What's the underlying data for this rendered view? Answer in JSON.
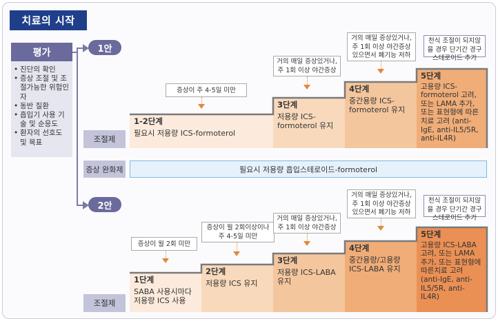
{
  "title": "치료의 시작",
  "evaluation": {
    "header": "평가",
    "items": [
      "진단의 확인",
      "증상 조절 및 조절가능한 위험인자",
      "동반 질환",
      "흡입기 사용 기술 및 순응도",
      "환자의 선호도 및 목표"
    ]
  },
  "reliever_label": "증상 완화제",
  "reliever_text": "필요시 저용량 흡입스테로이드-formoterol",
  "controller_label": "조절제",
  "option1": {
    "tag": "1안",
    "steps": [
      {
        "head": "1-2단계",
        "body": "필요시 저용량 ICS-formoterol"
      },
      {
        "head": "3단계",
        "body": "저용량 ICS-formoterol 유지"
      },
      {
        "head": "4단계",
        "body": "중간용량 ICS-formoterol 유지"
      },
      {
        "head": "5단계",
        "body": "고용량 ICS-formoterol 고려, 또는 LAMA 추가, 또는 표현형에 따른치료 고려 (anti-IgE, anti-IL5/5R, anti-IL4R)"
      }
    ],
    "notes": [
      "증상이 주 4-5일 미만",
      "거의 매일 증상있거나, 주 1회 이상 야간증상",
      "거의 매일 증상있거나, 주 1회 이상 야간증상 있으면서 폐기능 저하",
      "천식 조절이 되지않을 경우 단기간 경구스테로이드 추가"
    ]
  },
  "option2": {
    "tag": "2안",
    "steps": [
      {
        "head": "1단계",
        "body": "SABA 사용시마다 저용량 ICS 사용"
      },
      {
        "head": "2단계",
        "body": "저용량 ICS 유지"
      },
      {
        "head": "3단계",
        "body": "저용량 ICS-LABA 유지"
      },
      {
        "head": "4단계",
        "body": "중간용량/고용량 ICS-LABA 유지"
      },
      {
        "head": "5단계",
        "body": "고용량 ICS-LABA 고려, 또는 LAMA 추가, 또는 표현형에 따른치료 고려 (anti-IgE, anti-IL5/5R, anti-IL4R)"
      }
    ],
    "notes": [
      "증상이 월 2회 미만",
      "증상이 월 2회이상이나 주 4-5일 미만",
      "거의 매일 증상있거나, 주 1회 이상 야간증상",
      "거의 매일 증상있거나, 주 1회 이상 야간증상 있으면서 폐기능 저하",
      "천식 조절이 되지않을 경우 단기간 경구스테로이드 추가"
    ]
  },
  "colors": {
    "title_bg": "#1f3f8a",
    "label_bg": "#6a6a9c",
    "step_light": "#fcebdc",
    "step_dark": "#eb9055",
    "reliever_bg": "#e6f2fb",
    "stair_line": "#7a7a7a"
  }
}
